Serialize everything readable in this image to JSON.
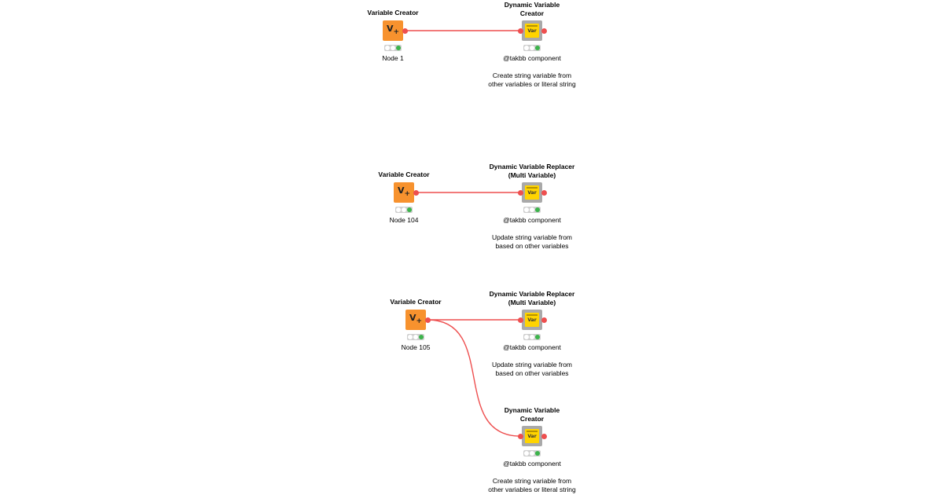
{
  "colors": {
    "connection": "#ee4f4f",
    "creator_node": "#f7922e",
    "component_node": "#a9a9a9",
    "component_icon": "#ffd400",
    "status_ok": "#3cb44b"
  },
  "groups": [
    {
      "source": {
        "title": "Variable Creator",
        "label": "Node 1",
        "icon": "variable-creator-icon"
      },
      "targets": [
        {
          "title": "Dynamic Variable\nCreator",
          "author": "@takbb component",
          "description": "Create string variable from\nother variables or literal string",
          "icon": "component-var-icon"
        }
      ]
    },
    {
      "source": {
        "title": "Variable Creator",
        "label": "Node 104",
        "icon": "variable-creator-icon"
      },
      "targets": [
        {
          "title": "Dynamic Variable Replacer\n(Multi Variable)",
          "author": "@takbb component",
          "description": "Update  string variable from\nbased on other variables",
          "icon": "component-var-icon"
        }
      ]
    },
    {
      "source": {
        "title": "Variable Creator",
        "label": "Node 105",
        "icon": "variable-creator-icon"
      },
      "targets": [
        {
          "title": "Dynamic Variable Replacer\n(Multi Variable)",
          "author": "@takbb component",
          "description": "Update  string variable from\nbased on other variables",
          "icon": "component-var-icon"
        },
        {
          "title": "Dynamic Variable\nCreator",
          "author": "@takbb component",
          "description": "Create string variable from\nother variables or literal string",
          "icon": "component-var-icon"
        }
      ]
    }
  ],
  "icon_text": {
    "creator_glyph": "V",
    "creator_plus": "+",
    "component_glyph": "Var"
  }
}
